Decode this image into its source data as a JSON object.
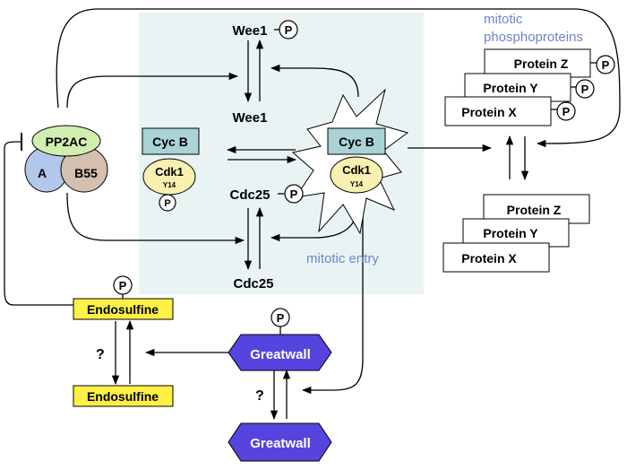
{
  "labels": {
    "mitotic_line1": "mitotic",
    "mitotic_line2": "phosphoproteins",
    "mitotic_entry": "mitotic entry",
    "p": "P",
    "question": "?"
  },
  "pp2a": {
    "pp2ac": "PP2AC",
    "a": "A",
    "b55": "B55"
  },
  "cyclin": {
    "cycb": "Cyc B",
    "cdk1": "Cdk1",
    "y14": "Y14"
  },
  "regulators": {
    "wee1_p": "Wee1",
    "wee1": "Wee1",
    "cdc25_p": "Cdc25",
    "cdc25": "Cdc25"
  },
  "proteins": {
    "z": "Protein Z",
    "y": "Protein Y",
    "x": "Protein X"
  },
  "endosulfine": "Endosulfine",
  "greatwall": "Greatwall",
  "colors": {
    "shaded_bg": "#eaf3f3",
    "cycb_box": "#a9d3d5",
    "cdk1": "#f7f0b0",
    "pp2ac": "#cfeeb0",
    "a_sub": "#b3c7ea",
    "b55": "#d5bfae",
    "endosulfine": "#fff045",
    "greatwall": "#5544dd",
    "label_blue": "#6f86c9"
  }
}
